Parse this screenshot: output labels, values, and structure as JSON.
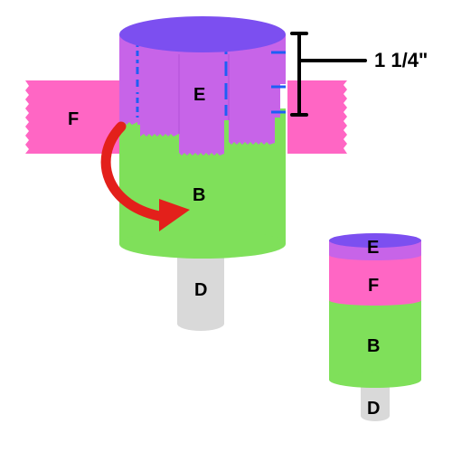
{
  "measurement": {
    "text": "1 1/4\""
  },
  "main_assembly": {
    "labels": {
      "wrap_top": "E",
      "wrap_side": "F",
      "cylinder_body": "B",
      "dowel": "D"
    }
  },
  "stack_assembly": {
    "labels": {
      "top": "E",
      "middle": "F",
      "body": "B",
      "dowel": "D"
    }
  },
  "colors": {
    "purple_top": "#7c4ff0",
    "lavender_wrap": "#c764e8",
    "pink_tape": "#ff66c4",
    "green_body": "#7fe05a",
    "grey_dowel": "#d9d9d9",
    "red_arrow": "#e3201b",
    "blue_seam": "#1e5ff5",
    "black": "#000000"
  }
}
